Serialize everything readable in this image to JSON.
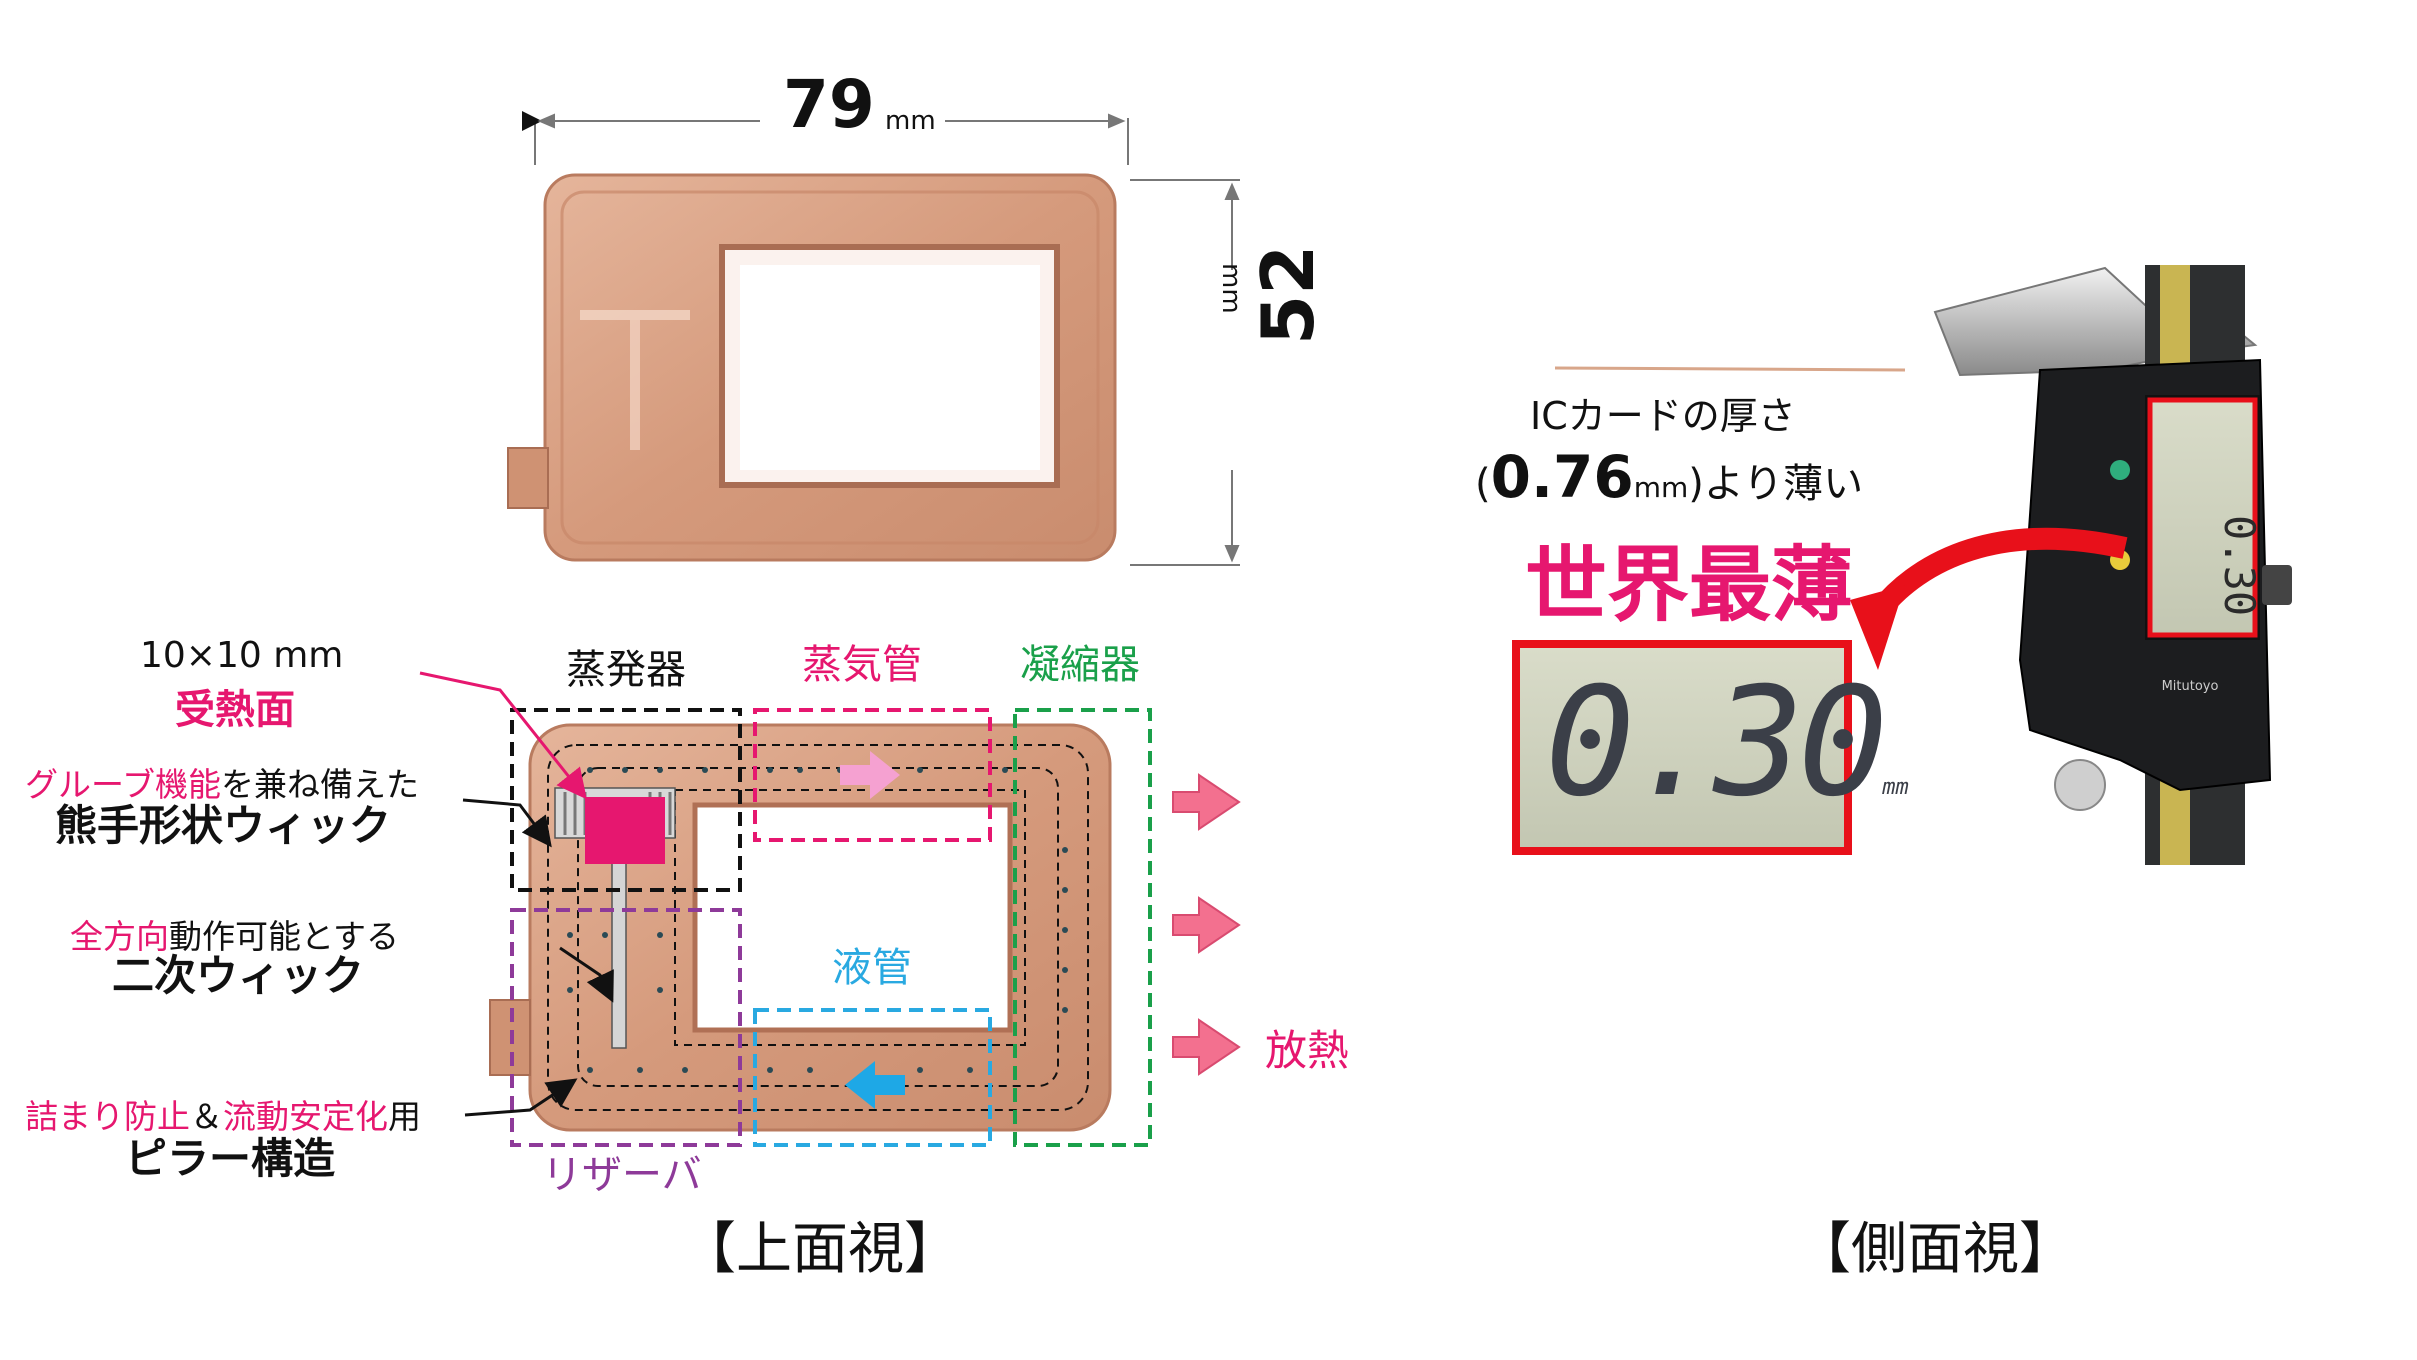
{
  "top_view": {
    "width_value": "79",
    "width_unit": "mm",
    "height_value": "52",
    "height_unit": "mm",
    "caption": "【上面視】"
  },
  "diagram": {
    "heat_spot_line1": "10×10 mm",
    "heat_spot_line2": "受熱面",
    "evaporator": "蒸発器",
    "vapor_line": "蒸気管",
    "condenser": "凝縮器",
    "liquid_line": "液管",
    "reservoir": "リザーバ",
    "heat_release": "放熱",
    "wick_note_em": "グルーブ機能",
    "wick_note_rest": "を兼ね備えた",
    "wick_name": "熊手形状ウィック",
    "secondary_note_em": "全方向",
    "secondary_note_rest": "動作可能とする",
    "secondary_name": "二次ウィック",
    "pillar_note_em1": "詰まり防止",
    "pillar_note_amp": "＆",
    "pillar_note_em2": "流動安定化",
    "pillar_note_rest": "用",
    "pillar_name": "ピラー構造"
  },
  "side_view": {
    "ic_line1": "ICカードの厚さ",
    "ic_open": "(",
    "ic_value": "0.76",
    "ic_unit": "mm",
    "ic_close": ")より薄い",
    "headline": "世界最薄",
    "reading": "0.30",
    "reading_unit": "mm",
    "caliper_brand": "Mitutoyo",
    "caption": "【側面視】"
  },
  "colors": {
    "accent_pink": "#e6176f",
    "evaporator_box": "#111111",
    "vapor_box": "#e6176f",
    "condenser_box": "#1aa04a",
    "liquid_box": "#29a9e1",
    "reservoir_box": "#8e3a99",
    "copper": "#d9a184",
    "reading_frame": "#e8101a"
  }
}
